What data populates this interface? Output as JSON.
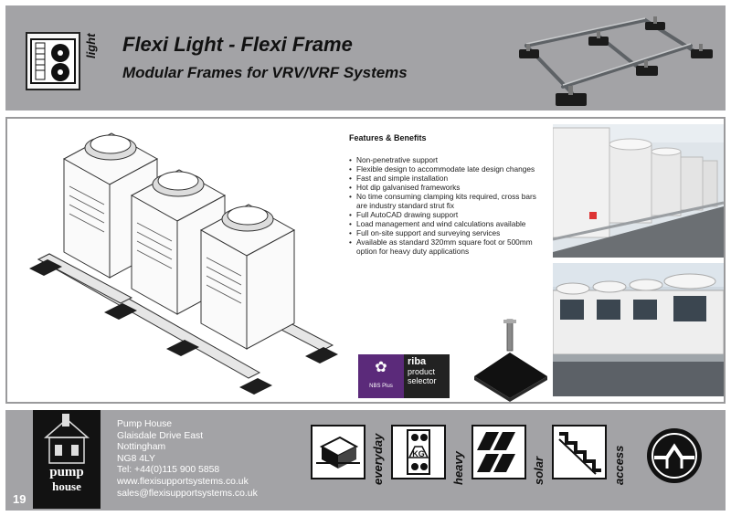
{
  "header": {
    "icon_label": "light",
    "title": "Flexi Light - Flexi Frame",
    "subtitle": "Modular Frames for VRV/VRF Systems"
  },
  "features": {
    "heading": "Features & Benefits",
    "items": [
      "Non-penetrative support",
      "Flexible design to accommodate late design changes",
      "Fast and simple installation",
      "Hot dip galvanised frameworks",
      "No time consuming clamping kits required, cross bars are industry standard strut fix",
      "Full AutoCAD drawing support",
      "Load management and wind calculations available",
      "Full on-site support and surveying services",
      "Available as standard 320mm square foot or 500mm option for heavy duty applications"
    ]
  },
  "badges": {
    "nbs": "NBS Plus",
    "riba_logo": "riba",
    "riba_text_1": "product",
    "riba_text_2": "selector"
  },
  "footer": {
    "page_number": "19",
    "logo_line_1": "pump",
    "logo_line_2": "house",
    "address": {
      "line1": "Pump House",
      "line2": "Glaisdale Drive East",
      "line3": "Nottingham",
      "line4": "NG8 4LY",
      "tel": "Tel: +44(0)115 900 5858",
      "web": "www.flexisupportsystems.co.uk",
      "email": "sales@flexisupportsystems.co.uk"
    },
    "ranges": [
      {
        "label": "everyday",
        "icon": "everyday-icon"
      },
      {
        "label": "heavy",
        "icon": "heavy-icon",
        "mark": "KG"
      },
      {
        "label": "solar",
        "icon": "solar-icon"
      },
      {
        "label": "access",
        "icon": "access-icon"
      }
    ]
  }
}
